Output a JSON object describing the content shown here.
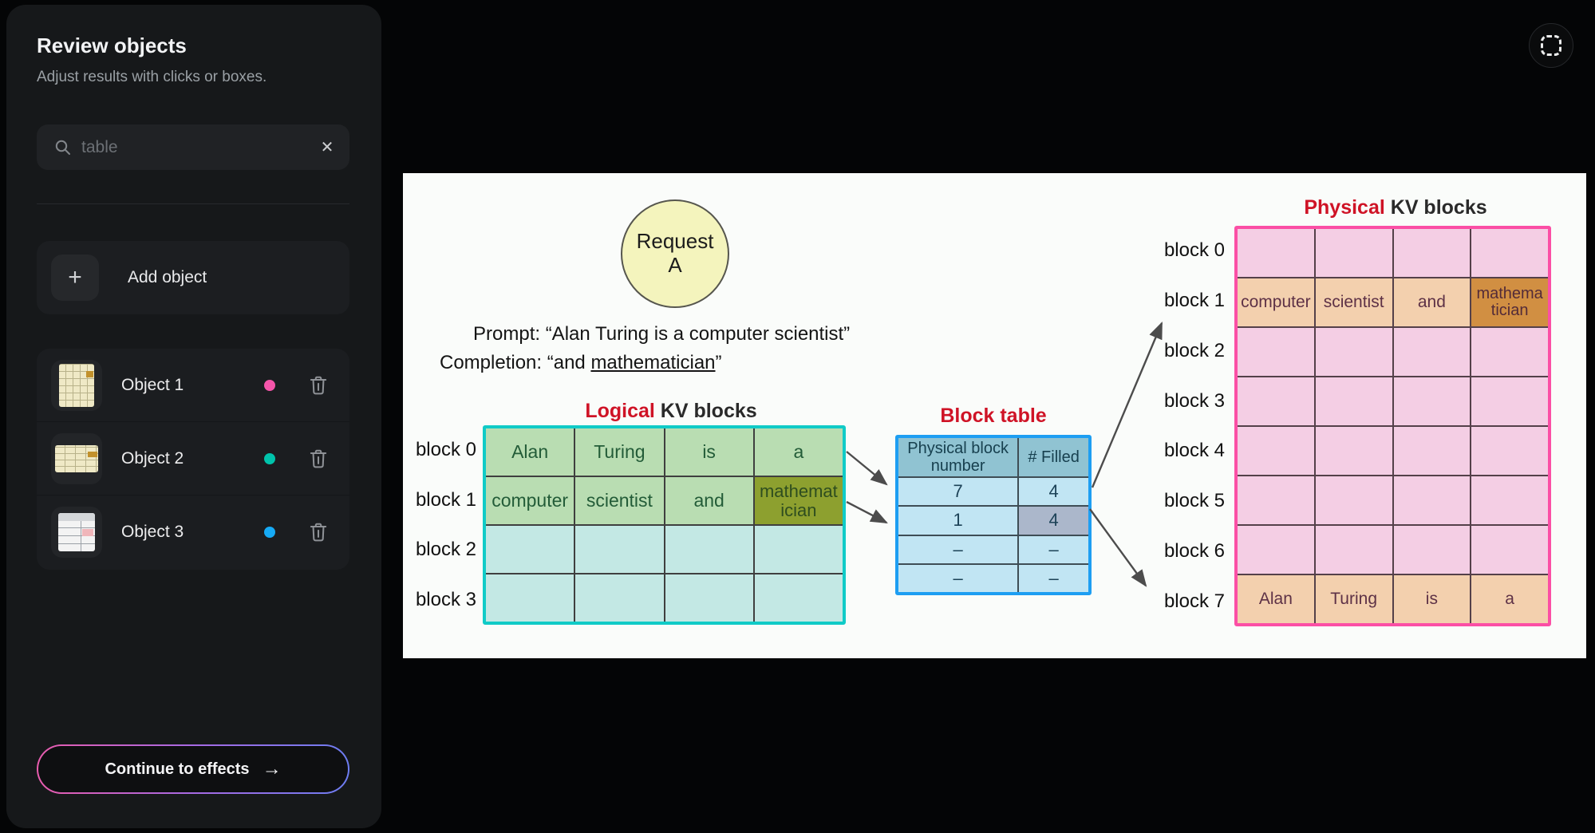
{
  "sidebar": {
    "title": "Review objects",
    "subtitle": "Adjust results with clicks or boxes.",
    "search": {
      "placeholder": "table",
      "clear_glyph": "✕"
    },
    "add_object": {
      "label": "Add object",
      "plus_glyph": "+"
    },
    "objects": [
      {
        "label": "Object 1",
        "dot_color": "#f555aa"
      },
      {
        "label": "Object 2",
        "dot_color": "#00c3ab"
      },
      {
        "label": "Object 3",
        "dot_color": "#16aaf5"
      }
    ],
    "continue_button": {
      "label": "Continue to effects",
      "arrow_glyph": "→"
    }
  },
  "toolbar": {
    "box_select_icon": "dashed-square"
  },
  "diagram": {
    "request_line1": "Request",
    "request_line2": "A",
    "prompt_line": "Prompt: “Alan Turing is a computer scientist”",
    "completion_prefix": "Completion: “and ",
    "completion_underlined": "mathematician",
    "completion_suffix": "”",
    "logical": {
      "title_accent": "Logical",
      "title_rest": " KV blocks",
      "row_labels": [
        "block 0",
        "block 1",
        "block 2",
        "block 3"
      ],
      "rows": [
        [
          "Alan",
          "Turing",
          "is",
          "a"
        ],
        [
          "computer",
          "scientist",
          "and",
          "mathematician"
        ],
        [
          "",
          "",
          "",
          ""
        ],
        [
          "",
          "",
          "",
          ""
        ]
      ],
      "filled_rows": [
        0,
        1
      ],
      "olive_cell": [
        1,
        3
      ],
      "outline_color": "#10cbc7"
    },
    "block_table": {
      "title": "Block table",
      "headers": [
        "Physical block number",
        "# Filled"
      ],
      "rows": [
        [
          "7",
          "4"
        ],
        [
          "1",
          "4"
        ],
        [
          "–",
          "–"
        ],
        [
          "–",
          "–"
        ]
      ],
      "highlight_cell": [
        1,
        1
      ],
      "outline_color": "#1d9ef2"
    },
    "physical": {
      "title_accent": "Physical",
      "title_rest": " KV blocks",
      "row_labels": [
        "block 0",
        "block 1",
        "block 2",
        "block 3",
        "block 4",
        "block 5",
        "block 6",
        "block 7"
      ],
      "rows": [
        [
          "",
          "",
          "",
          ""
        ],
        [
          "computer",
          "scientist",
          "and",
          "mathematician"
        ],
        [
          "",
          "",
          "",
          ""
        ],
        [
          "",
          "",
          "",
          ""
        ],
        [
          "",
          "",
          "",
          ""
        ],
        [
          "",
          "",
          "",
          ""
        ],
        [
          "",
          "",
          "",
          ""
        ],
        [
          "Alan",
          "Turing",
          "is",
          "a"
        ]
      ],
      "filled_rows": [
        1,
        7
      ],
      "orange_cell": [
        1,
        3
      ],
      "outline_color": "#fb4fa5"
    }
  }
}
